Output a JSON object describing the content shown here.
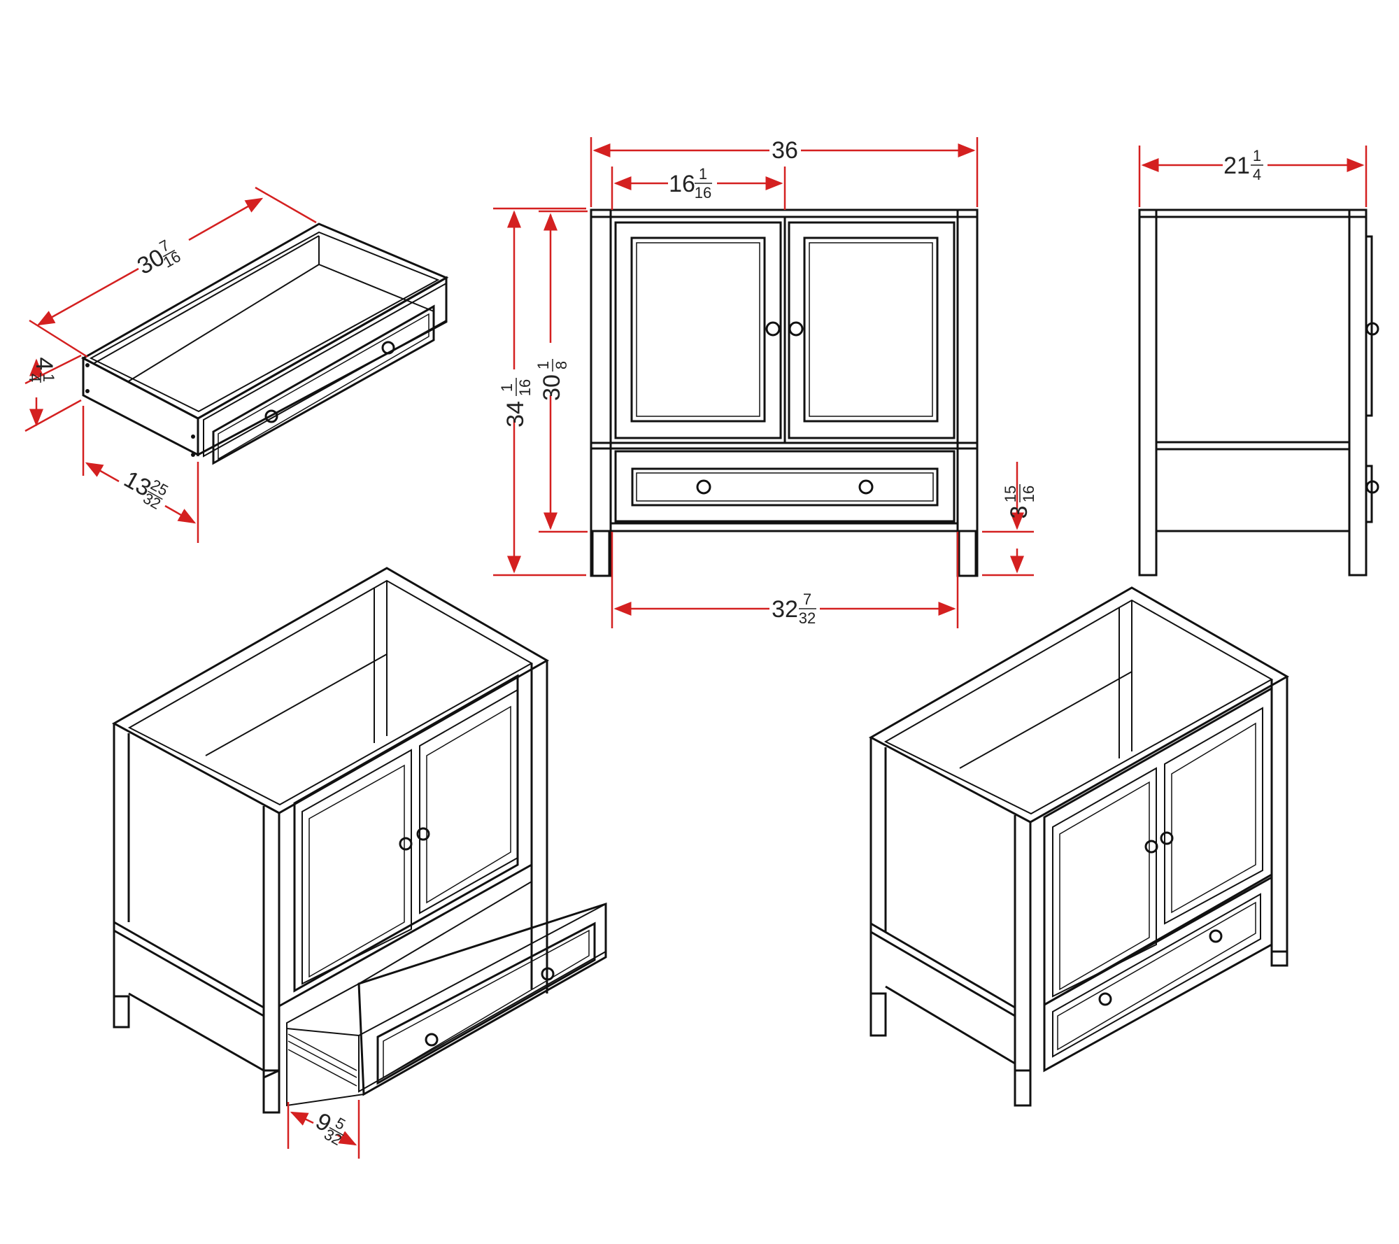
{
  "colors": {
    "line": "#111111",
    "dimension": "#d42020",
    "background": "#ffffff"
  },
  "front_view": {
    "overall_width": {
      "whole": "36"
    },
    "door_width": {
      "whole": "16",
      "num": "1",
      "den": "16"
    },
    "overall_height": {
      "whole": "34",
      "num": "1",
      "den": "16"
    },
    "body_height": {
      "whole": "30",
      "num": "1",
      "den": "8"
    },
    "leg_height": {
      "whole": "3",
      "num": "15",
      "den": "16"
    },
    "inner_width": {
      "whole": "32",
      "num": "7",
      "den": "32"
    }
  },
  "side_view": {
    "depth": {
      "whole": "21",
      "num": "1",
      "den": "4"
    }
  },
  "drawer_view": {
    "length": {
      "whole": "30",
      "num": "7",
      "den": "16"
    },
    "height": {
      "whole": "4",
      "num": "1",
      "den": "4"
    },
    "depth": {
      "whole": "13",
      "num": "25",
      "den": "32"
    }
  },
  "iso_open_view": {
    "drawer_extension": {
      "whole": "9",
      "num": "5",
      "den": "32"
    }
  }
}
